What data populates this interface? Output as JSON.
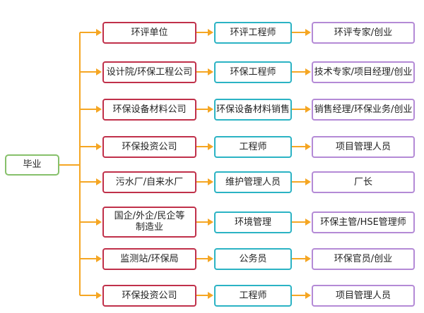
{
  "root": {
    "label": "毕业"
  },
  "rows": [
    {
      "employer": "环评单位",
      "position": "环评工程师",
      "career": "环评专家/创业"
    },
    {
      "employer": "设计院/环保工程公司",
      "position": "环保工程师",
      "career": "技术专家/项目经理/创业"
    },
    {
      "employer": "环保设备材料公司",
      "position": "环保设备材料销售",
      "career": "销售经理/环保业务/创业"
    },
    {
      "employer": "环保投资公司",
      "position": "工程师",
      "career": "项目管理人员"
    },
    {
      "employer": "污水厂/自来水厂",
      "position": "维护管理人员",
      "career": "厂长"
    },
    {
      "employer": "国企/外企/民企等\n制造业",
      "position": "环境管理",
      "career": "环保主管/HSE管理师"
    },
    {
      "employer": "监测站/环保局",
      "position": "公务员",
      "career": "环保官员/创业"
    },
    {
      "employer": "环保投资公司",
      "position": "工程师",
      "career": "项目管理人员"
    }
  ],
  "colors": {
    "connector": "#f5a623",
    "root_border": "#86c06a",
    "employer_border": "#c0304a",
    "position_border": "#2bb3c4",
    "career_border": "#b48ad6"
  }
}
